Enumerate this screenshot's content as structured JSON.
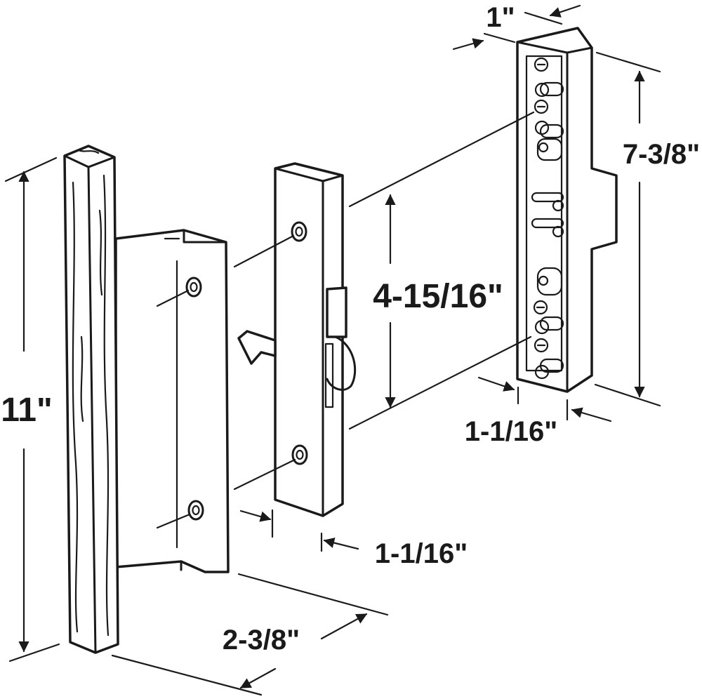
{
  "dimensions": {
    "handle_length": "11\"",
    "handle_projection": "2-3/8\"",
    "hole_spacing": "4-15/16\"",
    "latch_depth": "1-1/16\"",
    "keeper_length": "7-3/8\"",
    "keeper_width": "1\"",
    "keeper_depth": "1-1/16\""
  },
  "colors": {
    "ink": "#1a1a1a",
    "background": "#ffffff"
  }
}
